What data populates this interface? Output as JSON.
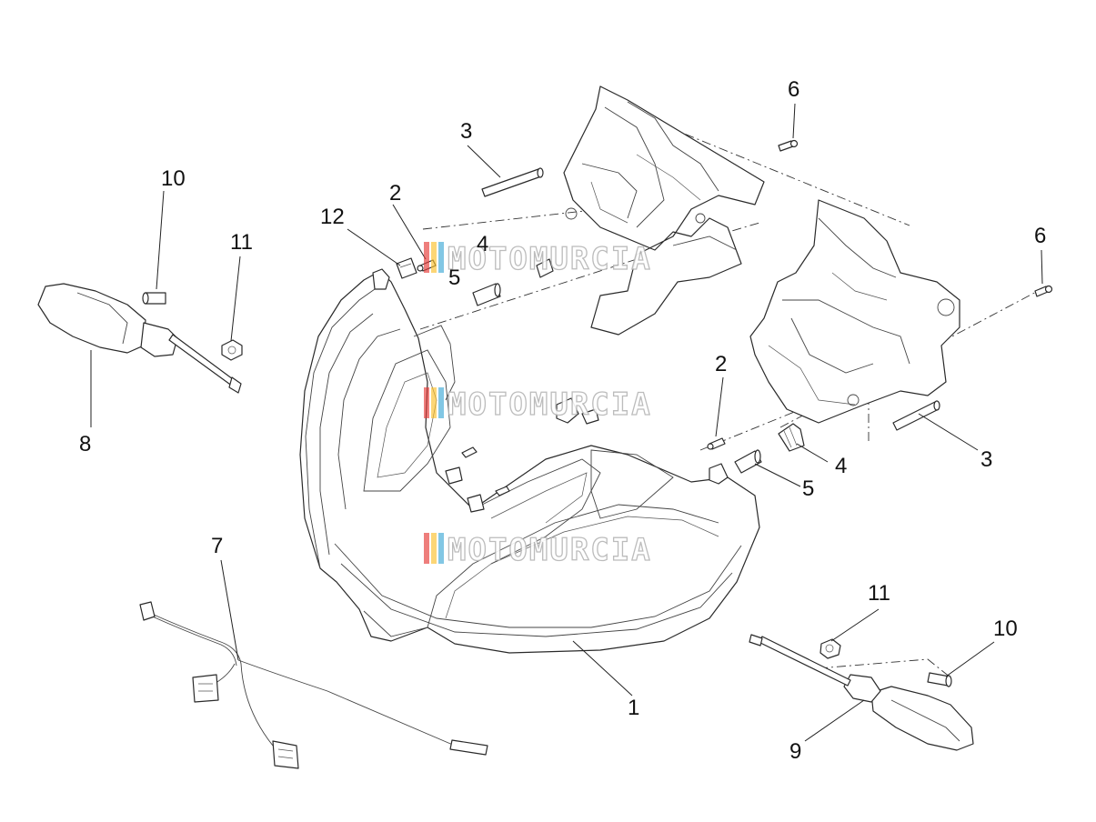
{
  "callouts": {
    "c1": "1",
    "c2a": "2",
    "c2b": "2",
    "c3a": "3",
    "c3b": "3",
    "c4a": "4",
    "c4b": "4",
    "c5a": "5",
    "c5b": "5",
    "c6a": "6",
    "c6b": "6",
    "c7": "7",
    "c8": "8",
    "c9": "9",
    "c10a": "10",
    "c10b": "10",
    "c11a": "11",
    "c11b": "11",
    "c12": "12"
  },
  "watermark": {
    "text": "MOTOMURCIA",
    "flag_colors": [
      "#e53935",
      "#fbc02d",
      "#3fa9d6"
    ]
  },
  "colors": {
    "line": "#2a2a2a",
    "background": "#ffffff",
    "watermark_outline": "#b5b5b5"
  }
}
